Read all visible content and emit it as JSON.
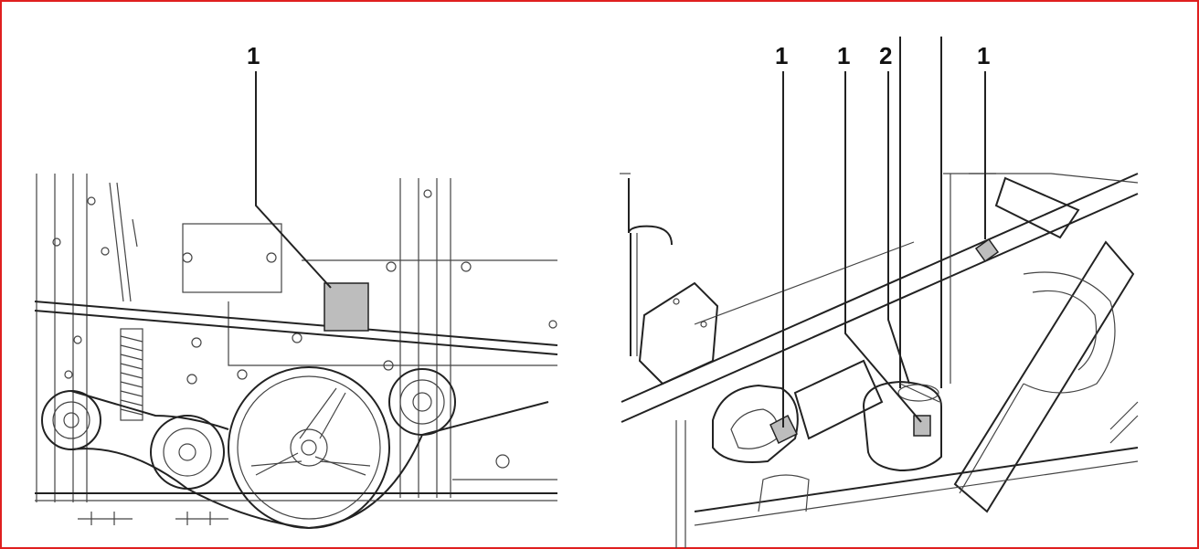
{
  "callouts": {
    "left_1": "1",
    "right_a": "1",
    "right_b": "1",
    "right_c": "2",
    "right_d": "1"
  },
  "colors": {
    "frame_border": "#e02020",
    "line_art": "#222222",
    "sensor_fill": "#bdbdbd"
  }
}
